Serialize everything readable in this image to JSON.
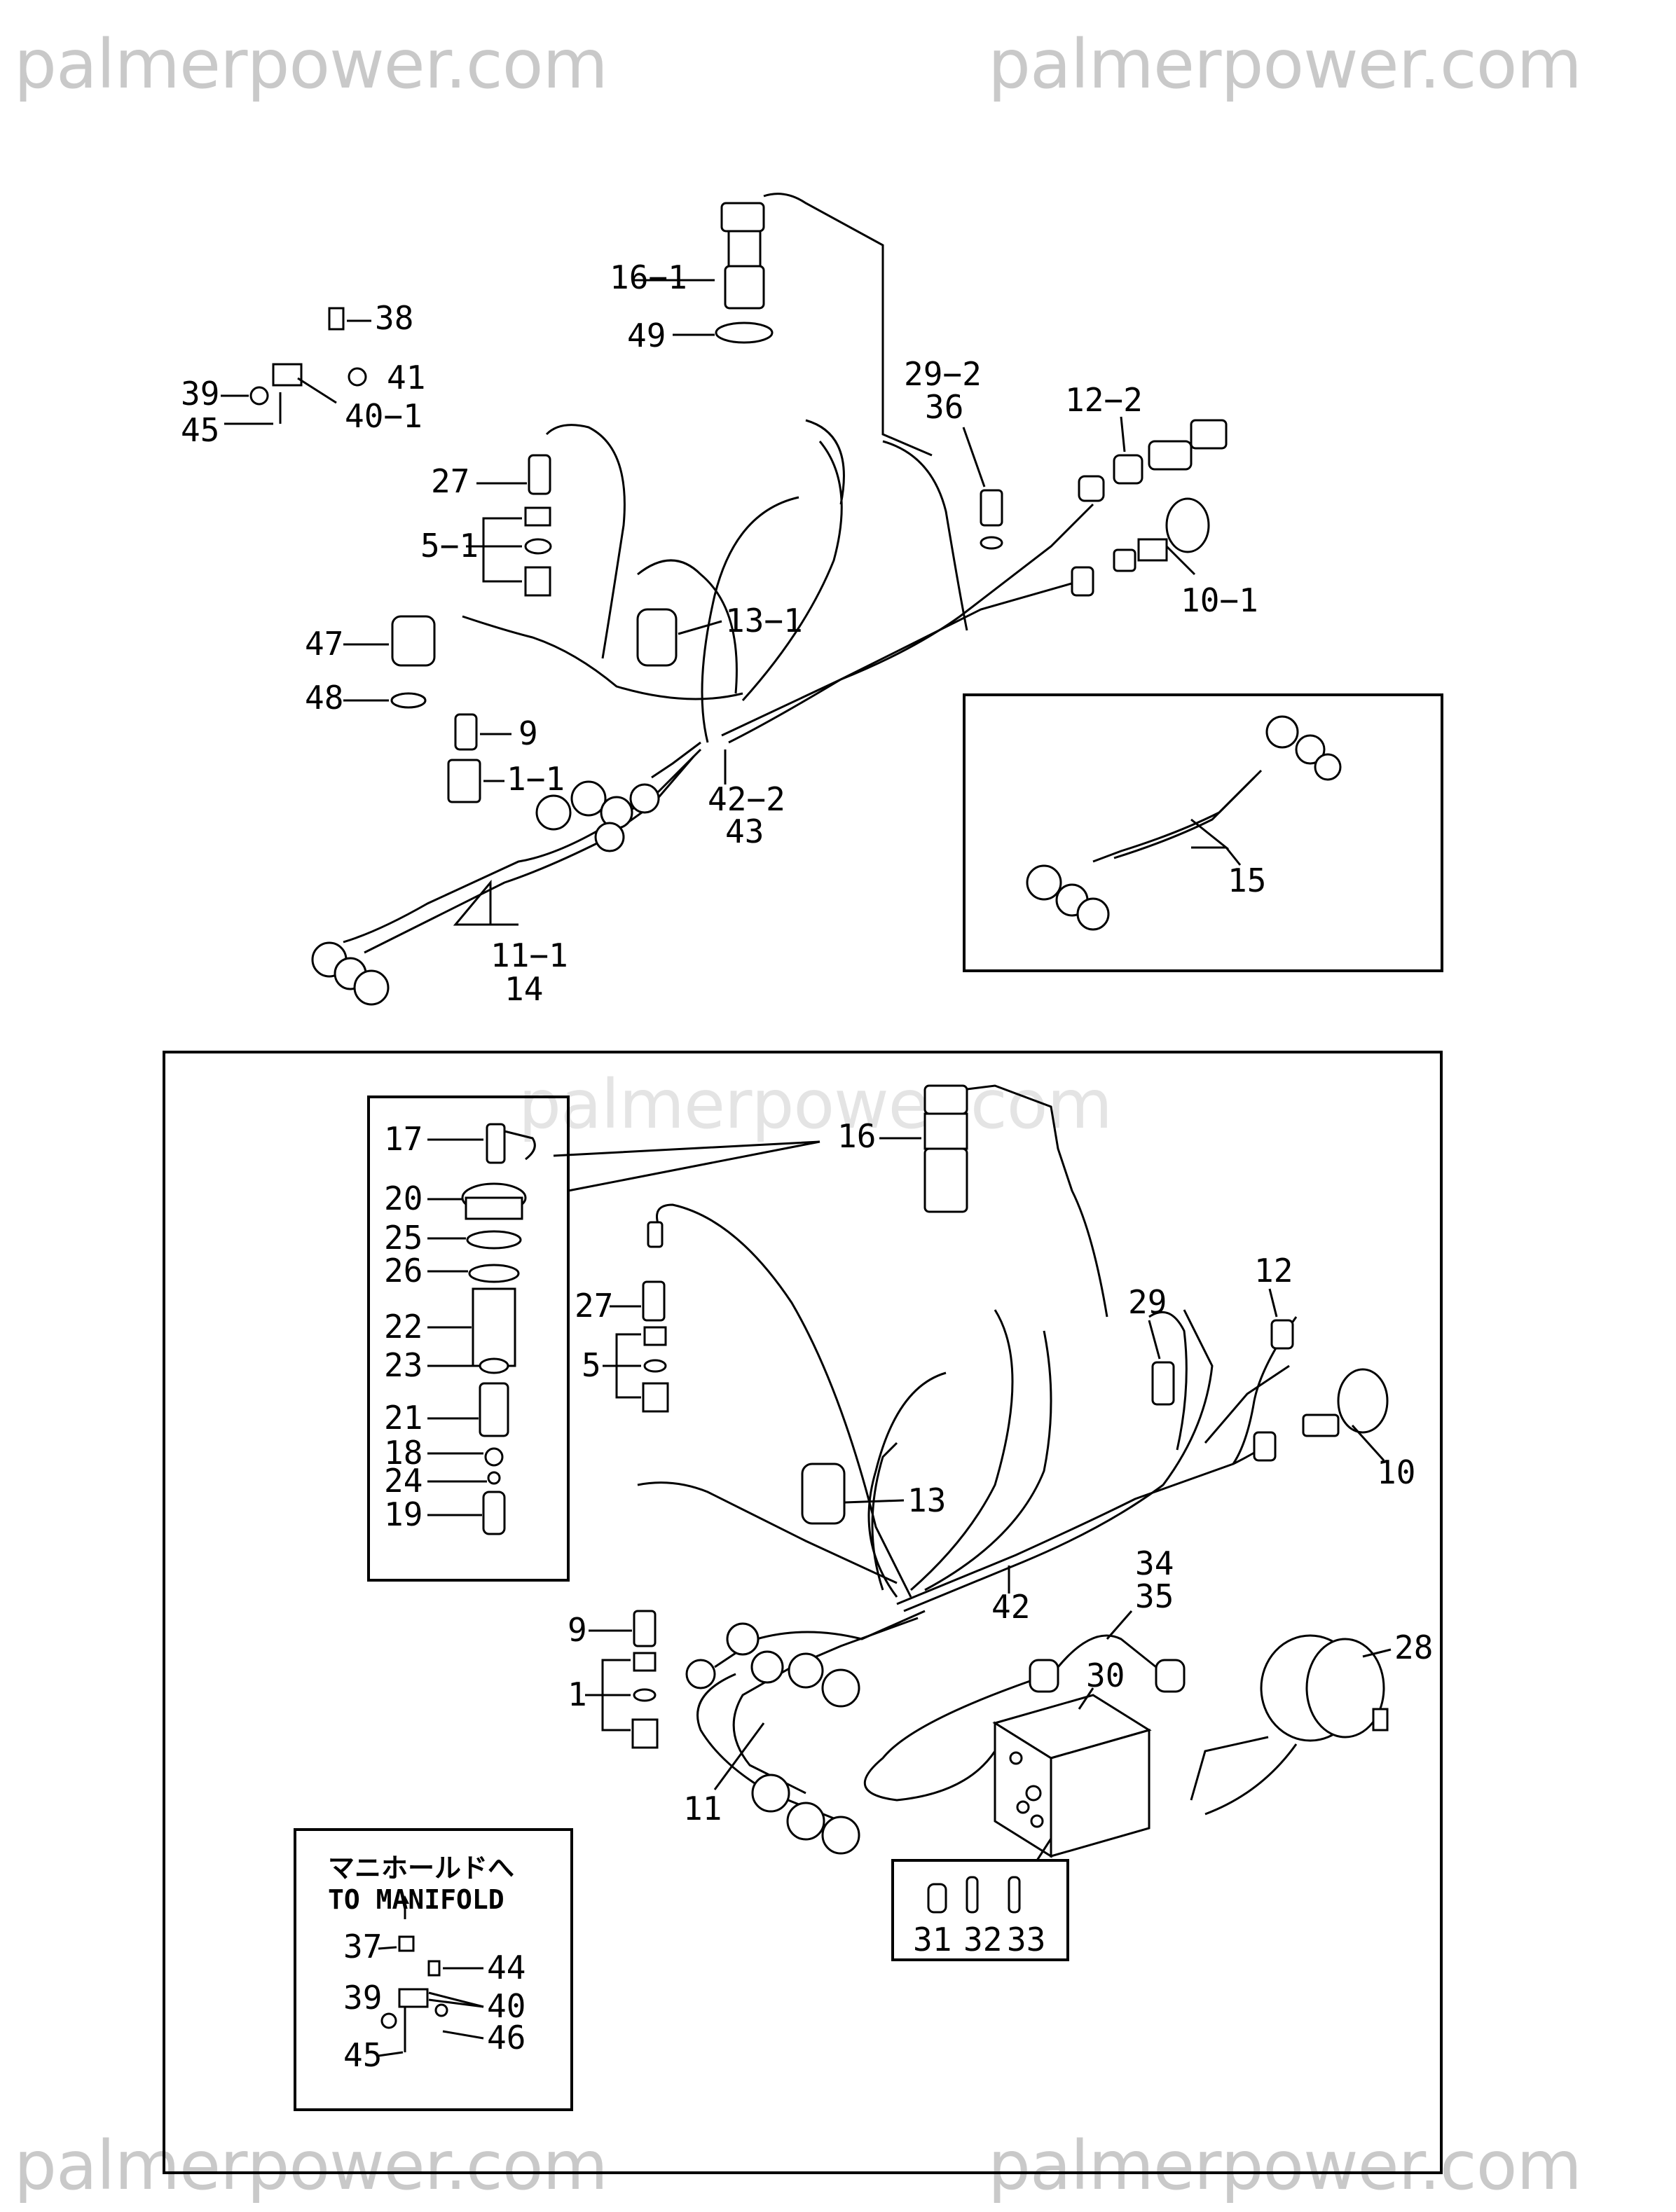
{
  "watermarks": [
    "palmerpower.com",
    "palmerpower.com",
    "palmerpower.com",
    "palmerpower.com",
    "palmerpower.com"
  ],
  "upper": {
    "labels": [
      "38",
      "39",
      "41",
      "40−1",
      "45",
      "16−1",
      "49",
      "27",
      "5−1",
      "47",
      "48",
      "9",
      "1−1",
      "13−1",
      "29−2",
      "36",
      "12−2",
      "10−1",
      "42−2",
      "43",
      "11−1",
      "14"
    ],
    "inset_label": "15"
  },
  "lower": {
    "labels": [
      "17",
      "20",
      "25",
      "26",
      "22",
      "23",
      "21",
      "18",
      "24",
      "19",
      "16",
      "27",
      "5",
      "29",
      "12",
      "13",
      "10",
      "9",
      "1",
      "42",
      "34",
      "35",
      "28",
      "30",
      "11",
      "31",
      "32",
      "33"
    ],
    "manifold": {
      "title_jp": "マニホールドへ",
      "title_en": "TO MANIFOLD",
      "labels": [
        "37",
        "44",
        "39",
        "40",
        "46",
        "45"
      ]
    }
  }
}
